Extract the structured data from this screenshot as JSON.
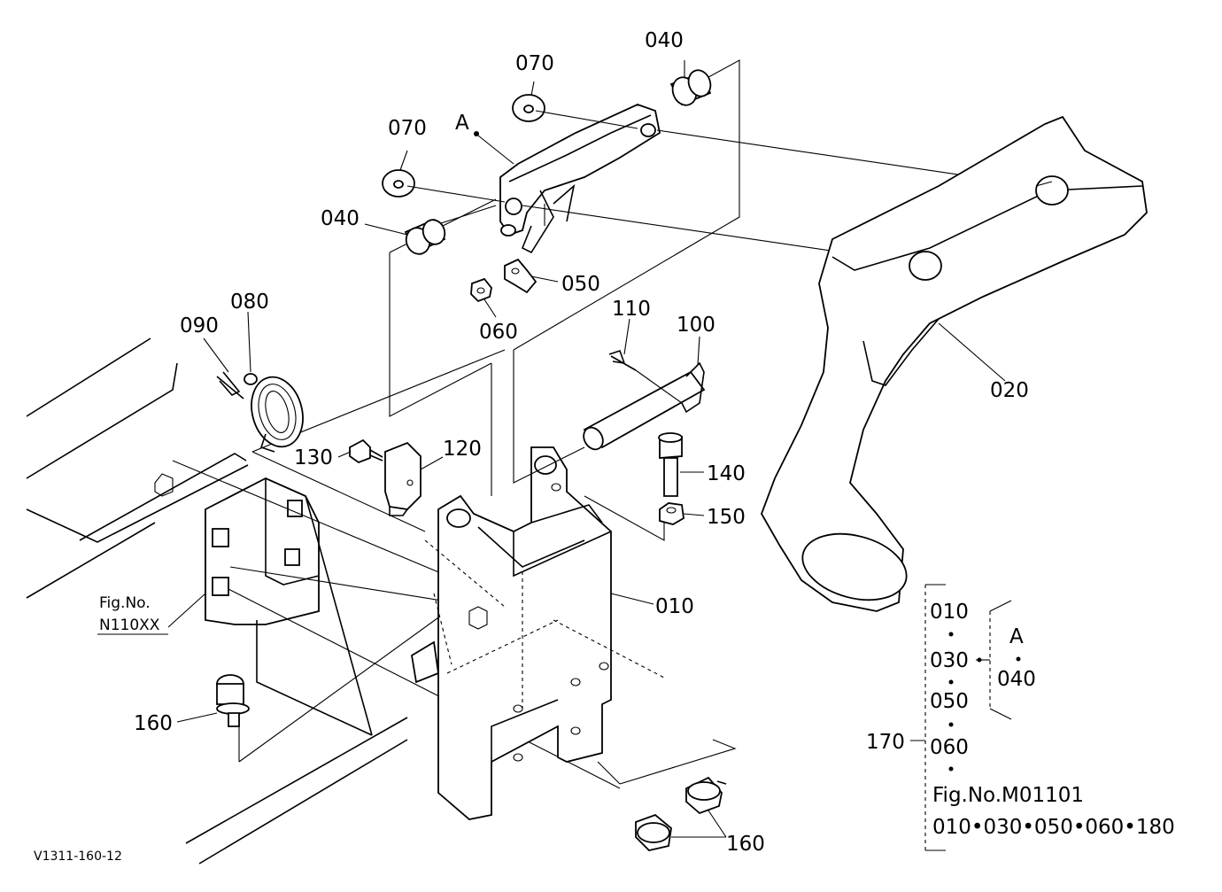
{
  "diagram_id": "V1311-160-12",
  "callouts": {
    "p010": "010",
    "p020": "020",
    "p040_left": "040",
    "p040_top": "040",
    "p050": "050",
    "p060": "060",
    "p070_left": "070",
    "p070_top": "070",
    "p080": "080",
    "p090": "090",
    "p100": "100",
    "p110": "110",
    "p120": "120",
    "p130": "130",
    "p140": "140",
    "p150": "150",
    "p160_left": "160",
    "p160_right": "160",
    "marker_a": "A"
  },
  "fig_ref": {
    "line1": "Fig.No.",
    "line2": "N110XX"
  },
  "assembly": {
    "number": "170",
    "parts": [
      "010",
      "030",
      "050",
      "060"
    ],
    "sub_marker": "A",
    "sub_part": "040",
    "fig_ref": "Fig.No.M01101",
    "fig_parts": "010•030•050•060•180"
  }
}
